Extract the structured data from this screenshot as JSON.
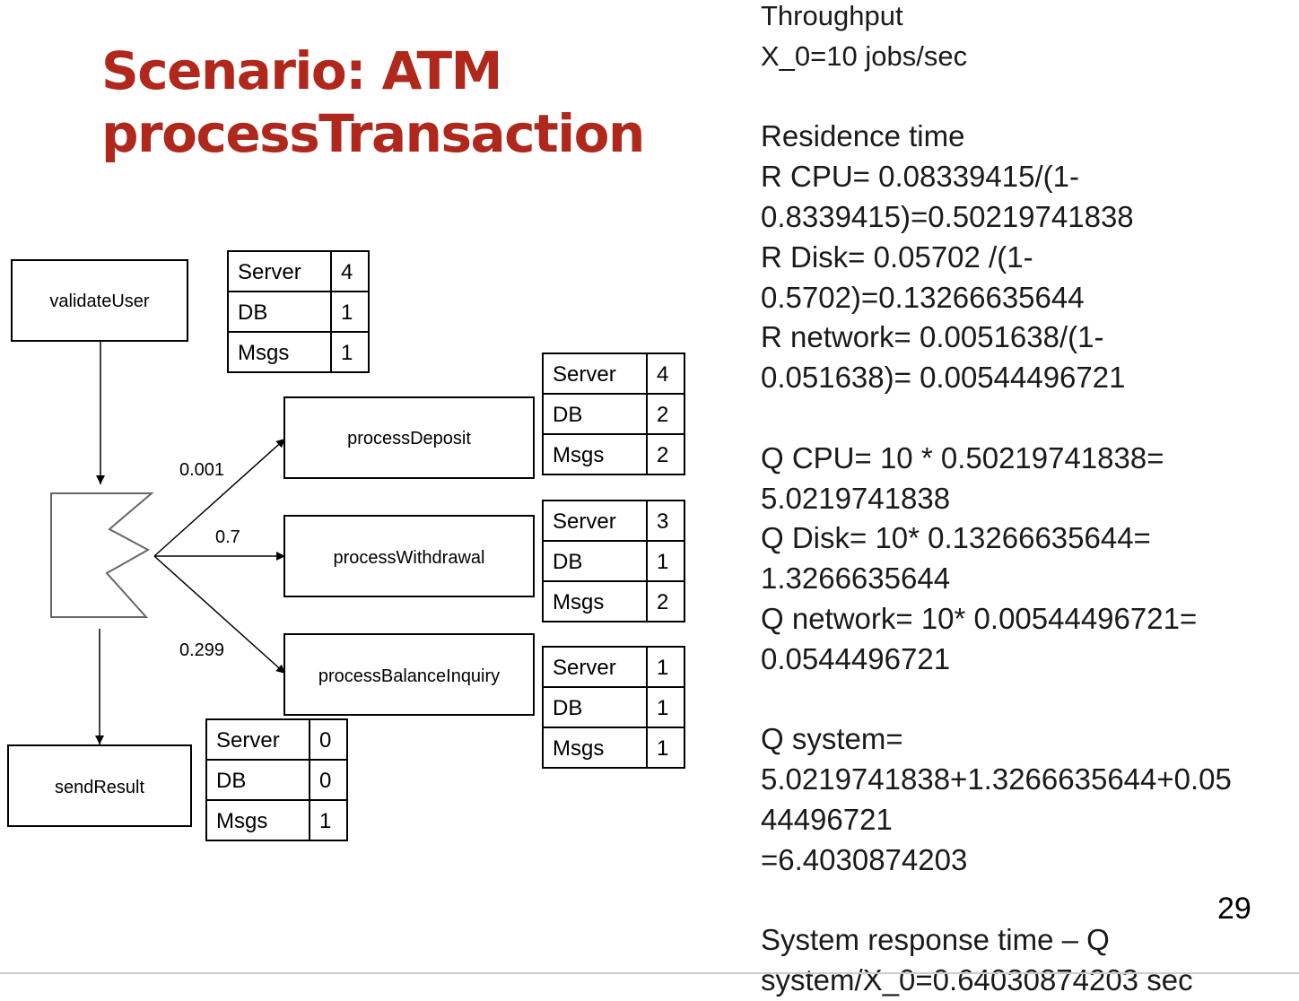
{
  "slide": {
    "title_lines": [
      "Scenario: ATM",
      "processTransaction"
    ],
    "title_color": "#b0271c",
    "page_number": "29"
  },
  "diagram": {
    "nodes": {
      "validate_user": "validateUser",
      "process_deposit": "processDeposit",
      "process_withdrawal": "processWithdrawal",
      "process_balance_inquiry": "processBalanceInquiry",
      "send_result": "sendResult"
    },
    "branch_probabilities": {
      "deposit": "0.001",
      "withdrawal": "0.7",
      "balance_inquiry": "0.299"
    },
    "tables": {
      "validate_user": [
        {
          "label": "Server",
          "value": "4"
        },
        {
          "label": "DB",
          "value": "1"
        },
        {
          "label": "Msgs",
          "value": "1"
        }
      ],
      "process_deposit": [
        {
          "label": "Server",
          "value": "4"
        },
        {
          "label": "DB",
          "value": "2"
        },
        {
          "label": "Msgs",
          "value": "2"
        }
      ],
      "process_withdrawal": [
        {
          "label": "Server",
          "value": "3"
        },
        {
          "label": "DB",
          "value": "1"
        },
        {
          "label": "Msgs",
          "value": "2"
        }
      ],
      "process_balance_inquiry": [
        {
          "label": "Server",
          "value": "1"
        },
        {
          "label": "DB",
          "value": "1"
        },
        {
          "label": "Msgs",
          "value": "1"
        }
      ],
      "send_result": [
        {
          "label": "Server",
          "value": "0"
        },
        {
          "label": "DB",
          "value": "0"
        },
        {
          "label": "Msgs",
          "value": "1"
        }
      ]
    }
  },
  "calculations": {
    "lines": [
      "Throughput",
      "X_0=10 jobs/sec",
      "",
      "Residence time",
      "R CPU= 0.08339415/(1-",
      "0.8339415)=0.50219741838",
      "R Disk= 0.05702 /(1-",
      "0.5702)=0.13266635644",
      "R network= 0.0051638/(1-",
      "0.051638)= 0.00544496721",
      "",
      "Q CPU=  10 * 0.50219741838=",
      "5.0219741838",
      "Q Disk= 10* 0.13266635644=",
      "1.3266635644",
      "Q network= 10* 0.00544496721=",
      "0.0544496721",
      "",
      "Q system=",
      "5.0219741838+1.3266635644+0.05",
      "44496721",
      "=6.4030874203",
      "",
      "System response time – Q",
      "system/X_0=0.64030874203 sec"
    ]
  }
}
